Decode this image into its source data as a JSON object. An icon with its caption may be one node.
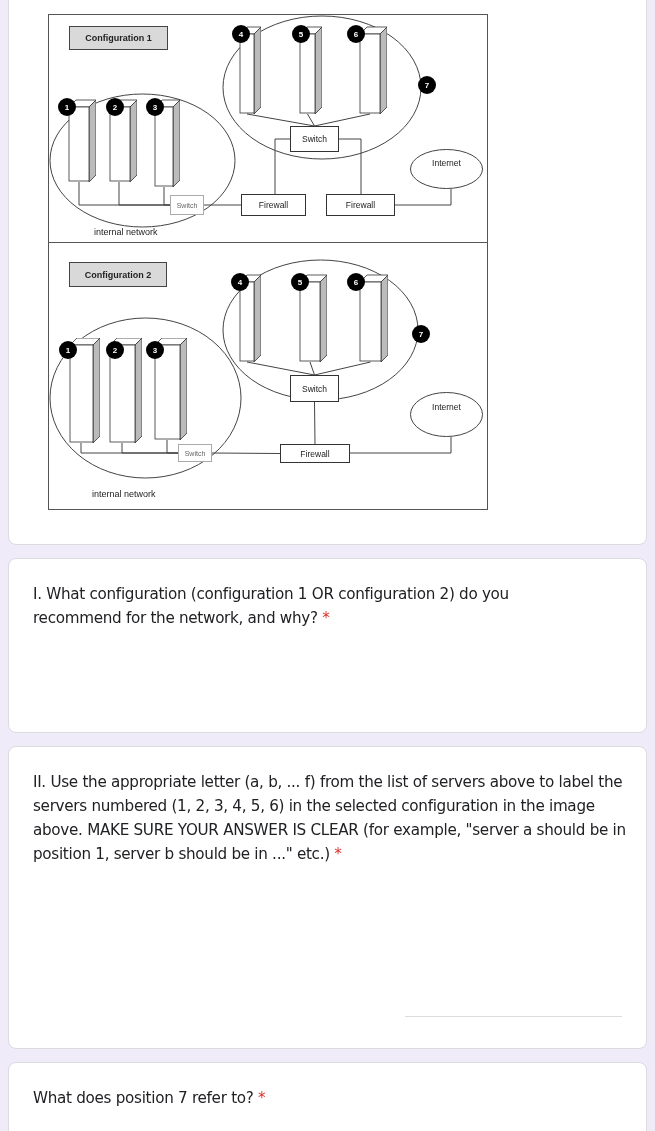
{
  "diagram": {
    "nodes": [
      {
        "text": [
          "Configuration 1"
        ]
      },
      {
        "text": [
          "1"
        ]
      },
      {
        "text": [
          "2"
        ]
      },
      {
        "text": [
          "3"
        ]
      },
      {
        "text": [
          "4"
        ]
      },
      {
        "text": [
          "5"
        ]
      },
      {
        "text": [
          "6"
        ]
      },
      {
        "text": [
          "Switch"
        ]
      },
      {
        "text": [
          "Switch"
        ]
      },
      {
        "text": [
          "Firewall"
        ]
      },
      {
        "text": [
          "Firewall"
        ]
      },
      {
        "text": [
          "Internet"
        ]
      },
      {
        "text": [
          "Configuration 2"
        ]
      },
      {
        "text": [
          "1"
        ]
      },
      {
        "text": [
          "2"
        ]
      },
      {
        "text": [
          "3"
        ]
      },
      {
        "text": [
          "4"
        ]
      },
      {
        "text": [
          "5"
        ]
      },
      {
        "text": [
          "6"
        ]
      },
      {
        "text": [
          "Switch"
        ]
      },
      {
        "text": [
          "Switch"
        ]
      },
      {
        "text": [
          "Firewall"
        ]
      },
      {
        "text": [
          "Internet"
        ]
      }
    ],
    "edges": [
      {
        "from": 1,
        "to": 7,
        "arrow": "none"
      },
      {
        "from": 2,
        "to": 7,
        "arrow": "none"
      },
      {
        "from": 3,
        "to": 7,
        "arrow": "none"
      },
      {
        "from": 7,
        "to": 9,
        "arrow": "none"
      },
      {
        "from": 4,
        "to": 8,
        "arrow": "none"
      },
      {
        "from": 5,
        "to": 8,
        "arrow": "none"
      },
      {
        "from": 6,
        "to": 8,
        "arrow": "none"
      },
      {
        "from": 8,
        "to": 9,
        "arrow": "none"
      },
      {
        "from": 8,
        "to": 10,
        "arrow": "none"
      },
      {
        "from": 10,
        "to": 11,
        "arrow": "none"
      },
      {
        "from": 13,
        "to": 19,
        "arrow": "none"
      },
      {
        "from": 14,
        "to": 19,
        "arrow": "none"
      },
      {
        "from": 15,
        "to": 19,
        "arrow": "none"
      },
      {
        "from": 19,
        "to": 21,
        "arrow": "none"
      },
      {
        "from": 16,
        "to": 20,
        "arrow": "none"
      },
      {
        "from": 17,
        "to": 20,
        "arrow": "none"
      },
      {
        "from": 18,
        "to": 20,
        "arrow": "none"
      },
      {
        "from": 20,
        "to": 21,
        "arrow": "none"
      },
      {
        "from": 21,
        "to": 22,
        "arrow": "none"
      }
    ],
    "labels": [
      "7",
      "internal network",
      "7",
      "internal network",
      "I. What configuration (configuration 1 OR configuration 2) do you recommend for the network, and why?",
      "*",
      "II. Use the appropriate letter (a, b, ... f) from the list of servers above to label the servers numbered (1, 2, 3, 4, 5, 6) in the selected configuration in the image above. MAKE SURE YOUR ANSWER IS CLEAR (for example, \"server a should be in position 1, server b should be in ...\" etc.)",
      "*",
      "What does position 7 refer to?",
      "*"
    ]
  }
}
